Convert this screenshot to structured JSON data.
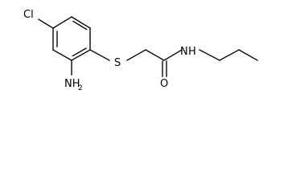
{
  "molecule": {
    "atoms": {
      "chlorine": "Cl",
      "amino_n": "NH",
      "amino_sub": "2",
      "sulfur": "S",
      "carbonyl_o": "O",
      "amide_n": "N",
      "amide_h": "H"
    },
    "bond_color": "#000000",
    "label_color": "#000000",
    "background": "#ffffff"
  }
}
